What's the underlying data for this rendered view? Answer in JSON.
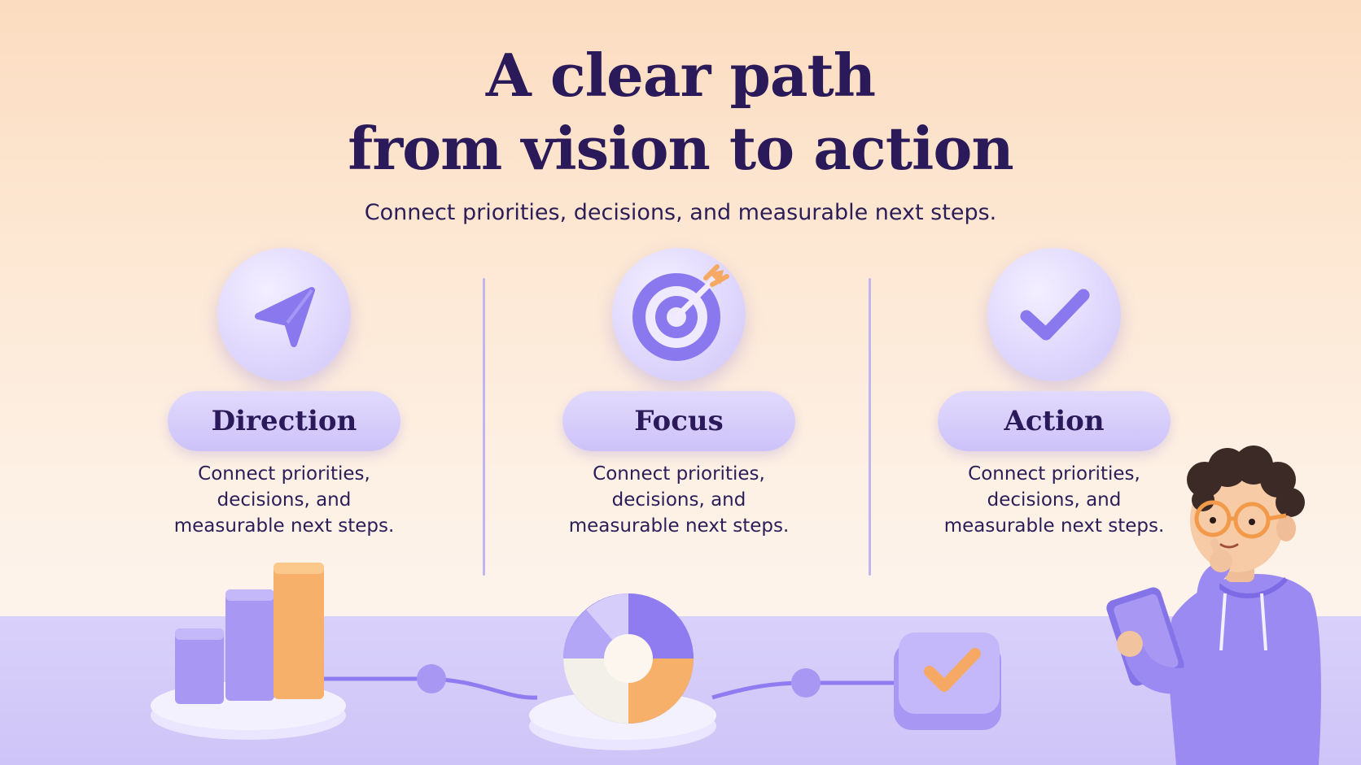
{
  "header": {
    "title_line1": "A clear path",
    "title_line2": "from vision to action",
    "subtitle": "Connect priorities, decisions, and measurable next steps."
  },
  "columns": [
    {
      "label": "Direction",
      "icon": "navigation-arrow-icon",
      "desc_line1": "Connect priorities,",
      "desc_line2": "decisions, and",
      "desc_line3": "measurable next steps."
    },
    {
      "label": "Focus",
      "icon": "target-icon",
      "desc_line1": "Connect priorities,",
      "desc_line2": "decisions, and",
      "desc_line3": "measurable next steps."
    },
    {
      "label": "Action",
      "icon": "checkmark-icon",
      "desc_line1": "Connect priorities,",
      "desc_line2": "decisions, and",
      "desc_line3": "measurable next steps."
    }
  ],
  "colors": {
    "heading": "#2a1a5a",
    "accent_purple": "#8f7cf0",
    "accent_orange": "#f6b06a",
    "floor": "#d9d1fb"
  }
}
